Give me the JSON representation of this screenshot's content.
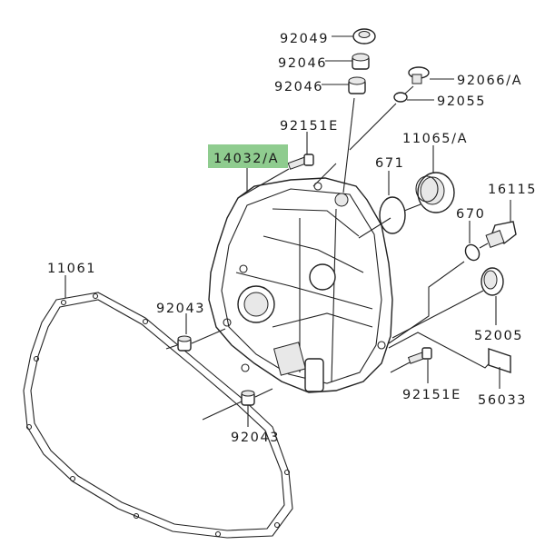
{
  "diagram": {
    "highlight_color": "#8fcc8f",
    "labels": {
      "p92049": "92049",
      "p92046a": "92046",
      "p92046b": "92046",
      "p92066a": "92066/A",
      "p92055": "92055",
      "p92151e_top": "92151E",
      "p14032a": "14032/A",
      "p11065a": "11065/A",
      "p671": "671",
      "p16115": "16115",
      "p670": "670",
      "p11061": "11061",
      "p92043_top": "92043",
      "p52005": "52005",
      "p92151e_bottom": "92151E",
      "p56033": "56033",
      "p92043_bottom": "92043"
    }
  }
}
